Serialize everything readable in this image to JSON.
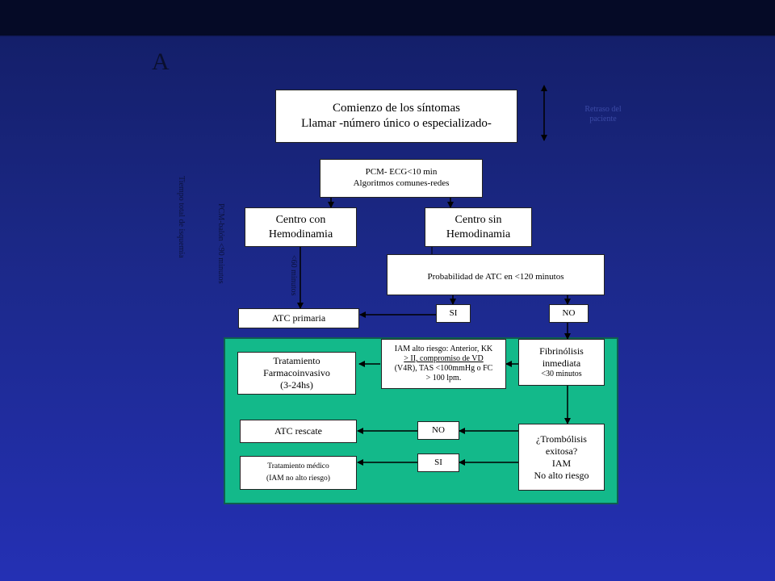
{
  "slide": {
    "letter": "A"
  },
  "boxes": {
    "start": {
      "line1": "Comienzo de los síntomas",
      "line2": "Llamar -número único o especializado-"
    },
    "pcm": {
      "line1": "PCM- ECG<10 min",
      "line2": "Algoritmos comunes-redes"
    },
    "centro_con": {
      "line1": "Centro con",
      "line2": "Hemodinamia"
    },
    "centro_sin": {
      "line1": "Centro sin",
      "line2": "Hemodinamia"
    },
    "probabilidad": {
      "text": "Probabilidad de ATC en <120 minutos"
    },
    "si_top": {
      "text": "SI"
    },
    "no_top": {
      "text": "NO"
    },
    "atc_primaria": {
      "text": "ATC primaria"
    },
    "fibrinolisis": {
      "line1": "Fibrinólisis",
      "line2": "inmediata",
      "line3": "<30 minutos"
    },
    "iam_alto": {
      "line1": "IAM alto riesgo: Anterior, KK",
      "line2": "> II, compromiso de VD",
      "line3": "(V4R), TAS <100mmHg o FC",
      "line4": "> 100 lpm."
    },
    "tratamiento_farmaco": {
      "line1": "Tratamiento",
      "line2": "Farmacoinvasivo",
      "line3": "(3-24hs)"
    },
    "trombolisis": {
      "line1": "¿Trombólisis",
      "line2": "exitosa?",
      "line3": "IAM",
      "line4": "No alto riesgo"
    },
    "no_bottom": {
      "text": "NO"
    },
    "si_bottom": {
      "text": "SI"
    },
    "atc_rescate": {
      "text": "ATC rescate"
    },
    "tratamiento_medico": {
      "line1": "Tratamiento médico",
      "line2": "(IAM no alto riesgo)"
    }
  },
  "labels": {
    "retraso": "Retraso del paciente",
    "tiempo_total": "Tiempo total de isquemia",
    "pcm_balon": "PCM-balón <90 minutos",
    "menos_60": "<60 minutos"
  },
  "colors": {
    "green_panel": "#13b98a",
    "box_fill": "#ffffff",
    "arrow": "#000000"
  }
}
